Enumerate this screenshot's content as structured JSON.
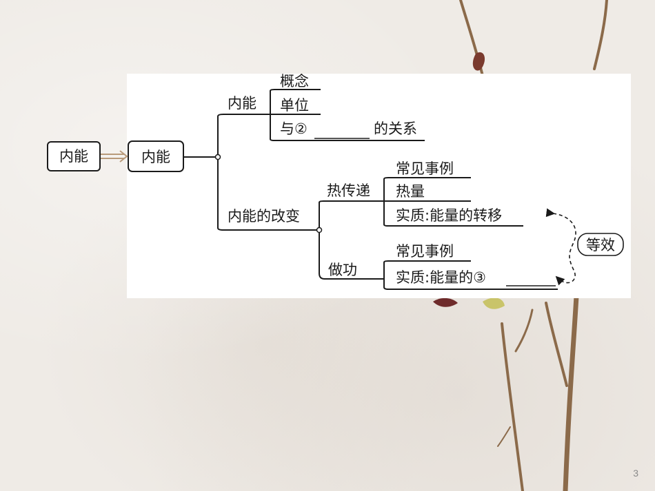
{
  "diagram": {
    "root_label": "内能",
    "hub_label": "内能",
    "branch1": {
      "label": "内能",
      "items": [
        "概念",
        "单位"
      ],
      "relation": {
        "prefix": "与②",
        "suffix": "的关系"
      }
    },
    "branch2": {
      "label": "内能的改变",
      "heat_transfer": {
        "label": "热传递",
        "items": [
          "常见事例",
          "热量",
          "实质:能量的转移"
        ]
      },
      "work": {
        "label": "做功",
        "items": [
          "常见事例",
          "实质:能量的③"
        ]
      }
    },
    "equivalence_label": "等效"
  },
  "page": {
    "number": "3"
  },
  "colors": {
    "line": "#1a1a1a",
    "arrow": "#b89a7a",
    "background": "#efebe6",
    "panel": "#ffffff"
  }
}
